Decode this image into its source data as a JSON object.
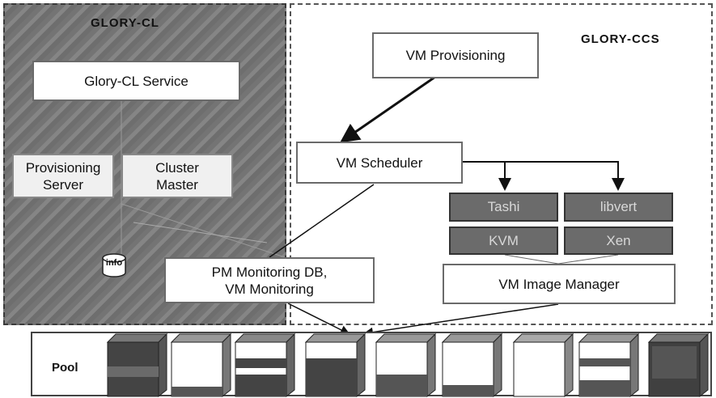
{
  "regions": {
    "cl_title": "GLORY-CL",
    "ccs_title": "GLORY-CCS"
  },
  "boxes": {
    "cl_service": "Glory-CL Service",
    "provisioning_server": "Provisioning Server",
    "cluster_master": "Cluster Master",
    "vm_provisioning": "VM Provisioning",
    "vm_scheduler": "VM Scheduler",
    "tashi": "Tashi",
    "libvert": "libvert",
    "kvm": "KVM",
    "xen": "Xen",
    "vm_image_manager": "VM Image Manager",
    "pm_monitoring_line1": "PM Monitoring DB,",
    "pm_monitoring_line2": "VM Monitoring"
  },
  "db": {
    "label": "info"
  },
  "pool": {
    "label": "Pool"
  },
  "colors": {
    "cl_background": "#6e6e6e",
    "hypervisor_boxes": "#6b6b6b",
    "box_border": "#6a6a6a"
  }
}
